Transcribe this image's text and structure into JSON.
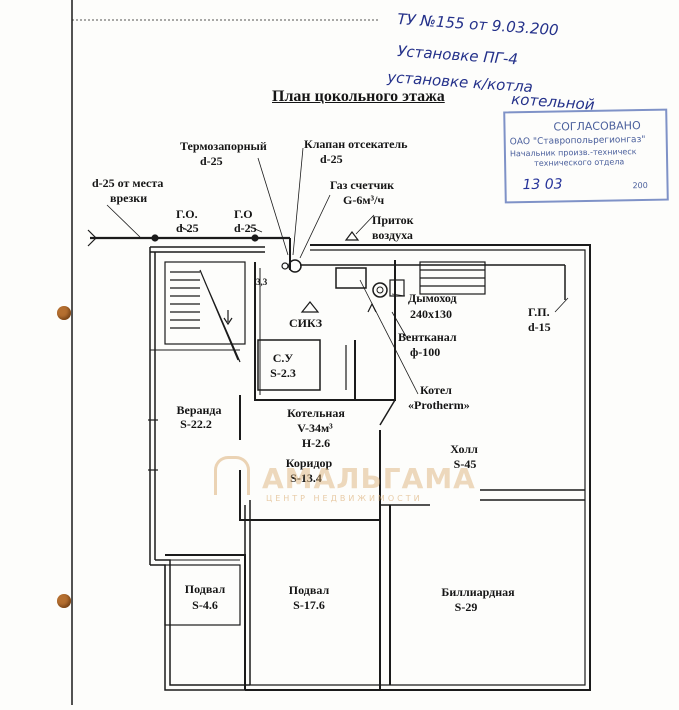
{
  "handwritten": {
    "line1": "ТУ №155 от 9.03.200",
    "line2": "Установке ПГ-4",
    "line3": "установке к/котла",
    "line4": "котельной"
  },
  "title": "План цокольного этажа",
  "stamp": {
    "heading": "СОГЛАСОВАНО",
    "org": "ОАО \"Ставропольрегионгаз\"",
    "line1": "Начальник произв.-техническ",
    "line2": "технического отдела",
    "date": "13 03",
    "year": "200"
  },
  "gas_labels": {
    "thermo_valve": "Термозапорный",
    "thermo_d": "d-25",
    "cutoff_valve": "Клапан отсекатель",
    "cutoff_d": "d-25",
    "meter": "Газ счетчик",
    "meter_g": "G-6м³/ч",
    "inflow": "Приток",
    "inflow2": "воздуха",
    "from_tap": "d-25 от места",
    "from_tap2": "врезки",
    "go1": "Г.О.",
    "go1_d": "d-25",
    "go2": "Г.О",
    "go2_d": "d-25",
    "gp": "Г.П.",
    "gp_d": "d-15",
    "flue": "Дымоход",
    "flue_size": "240x130",
    "vent": "Вентканал",
    "vent_d": "ф-100",
    "boiler": "Котел",
    "boiler_model": "«Protherm»",
    "sikz": "СИКЗ",
    "h33": "3,3"
  },
  "rooms": [
    {
      "name": "С.У",
      "area": "S-2.3"
    },
    {
      "name": "Веранда",
      "area": "S-22.2"
    },
    {
      "name": "Котельная",
      "volume": "V-34м³",
      "height": "Н-2.6"
    },
    {
      "name": "Коридор",
      "area": "S-13.4"
    },
    {
      "name": "Холл",
      "area": "S-45"
    },
    {
      "name": "Подвал",
      "area": "S-4.6"
    },
    {
      "name": "Подвал",
      "area": "S-17.6"
    },
    {
      "name": "Биллиардная",
      "area": "S-29"
    }
  ],
  "watermark": {
    "name": "АМАЛЬГАМА",
    "sub": "ЦЕНТР НЕДВИЖИМОСТИ"
  }
}
